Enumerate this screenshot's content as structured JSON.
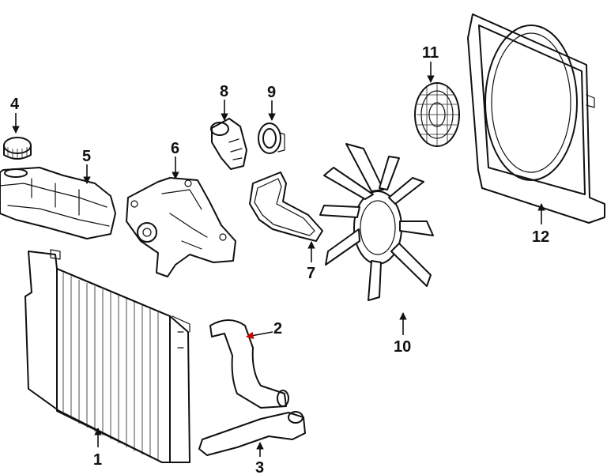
{
  "callouts": [
    {
      "id": "1",
      "label": "1"
    },
    {
      "id": "2",
      "label": "2"
    },
    {
      "id": "3",
      "label": "3"
    },
    {
      "id": "4",
      "label": "4"
    },
    {
      "id": "5",
      "label": "5"
    },
    {
      "id": "6",
      "label": "6"
    },
    {
      "id": "7",
      "label": "7"
    },
    {
      "id": "8",
      "label": "8"
    },
    {
      "id": "9",
      "label": "9"
    },
    {
      "id": "10",
      "label": "10"
    },
    {
      "id": "11",
      "label": "11"
    },
    {
      "id": "12",
      "label": "12"
    }
  ],
  "colors": {
    "line": "#111111",
    "highlight_arrow": "#cc0000",
    "background": "#ffffff"
  }
}
